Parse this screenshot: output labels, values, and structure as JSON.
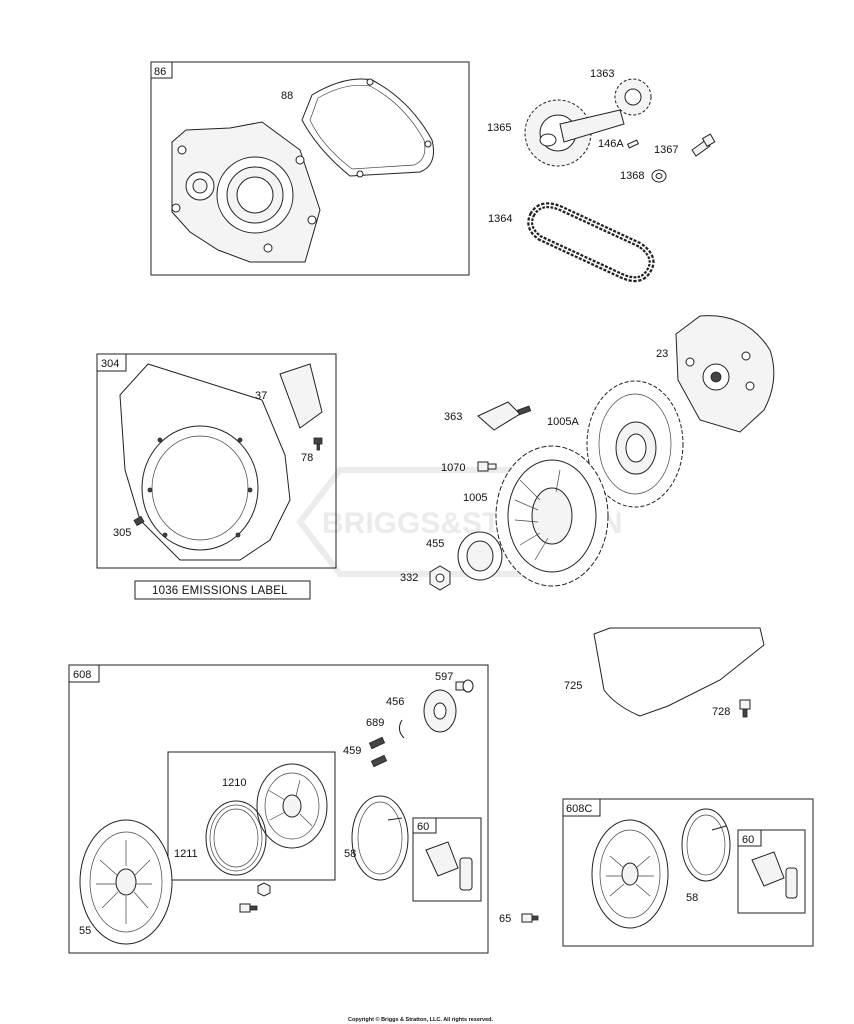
{
  "groups": {
    "g86": "86",
    "g304": "304",
    "g608": "608",
    "g608c": "608C",
    "g60a": "60",
    "g60b": "60"
  },
  "parts": {
    "p88": "88",
    "p1363": "1363",
    "p1365": "1365",
    "p146a": "146A",
    "p1367": "1367",
    "p1368": "1368",
    "p1364": "1364",
    "p37": "37",
    "p78": "78",
    "p305": "305",
    "p23": "23",
    "p363": "363",
    "p1005a": "1005A",
    "p1070": "1070",
    "p1005": "1005",
    "p455": "455",
    "p332": "332",
    "p725": "725",
    "p728": "728",
    "p597": "597",
    "p456": "456",
    "p689": "689",
    "p459": "459",
    "p1210": "1210",
    "p1211": "1211",
    "p58a": "58",
    "p55": "55",
    "p65": "65",
    "p58b": "58"
  },
  "emissions_label": "1036 EMISSIONS LABEL",
  "watermark": "BRIGGS&STRATTON",
  "copyright": "Copyright © Briggs & Stratton, LLC. All rights reserved."
}
